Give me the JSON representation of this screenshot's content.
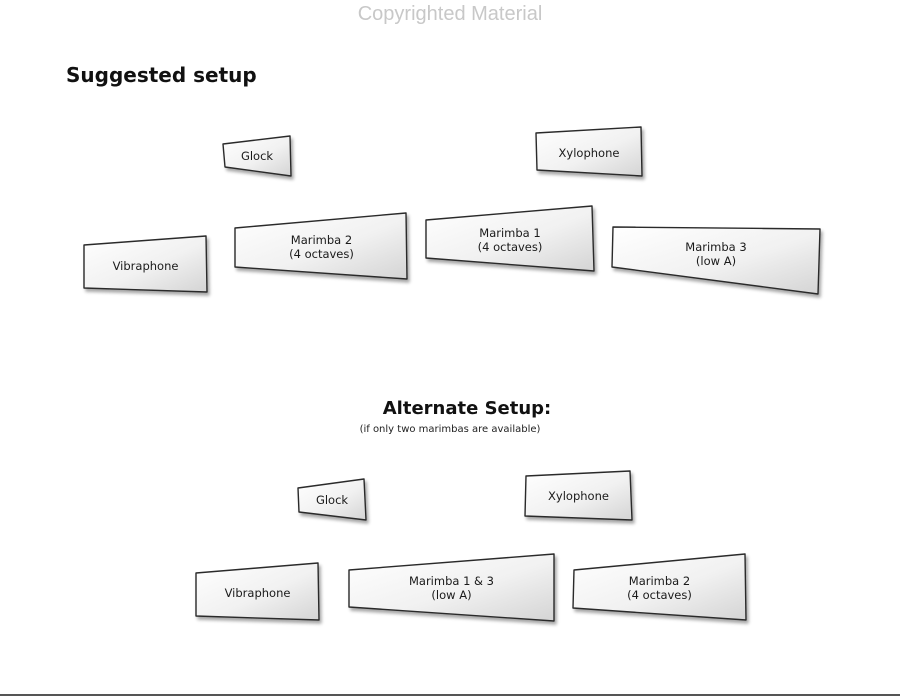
{
  "watermark": "Copyrighted Material",
  "suggested": {
    "title": "Suggested setup",
    "instruments": [
      {
        "id": "glock",
        "label": "Glock"
      },
      {
        "id": "xylophone",
        "label": "Xylophone"
      },
      {
        "id": "vibraphone",
        "label": "Vibraphone"
      },
      {
        "id": "marimba-2",
        "label": "Marimba 2\n(4 octaves)"
      },
      {
        "id": "marimba-1",
        "label": "Marimba 1\n(4 octaves)"
      },
      {
        "id": "marimba-3",
        "label": "Marimba 3\n(low A)"
      }
    ]
  },
  "alternate": {
    "title": "Alternate Setup:",
    "subtitle": "(if only two marimbas are available)",
    "instruments": [
      {
        "id": "glock",
        "label": "Glock"
      },
      {
        "id": "xylophone",
        "label": "Xylophone"
      },
      {
        "id": "vibraphone",
        "label": "Vibraphone"
      },
      {
        "id": "marimba-1-3",
        "label": "Marimba 1 & 3\n(low A)"
      },
      {
        "id": "marimba-2",
        "label": "Marimba 2\n(4 octaves)"
      }
    ]
  }
}
